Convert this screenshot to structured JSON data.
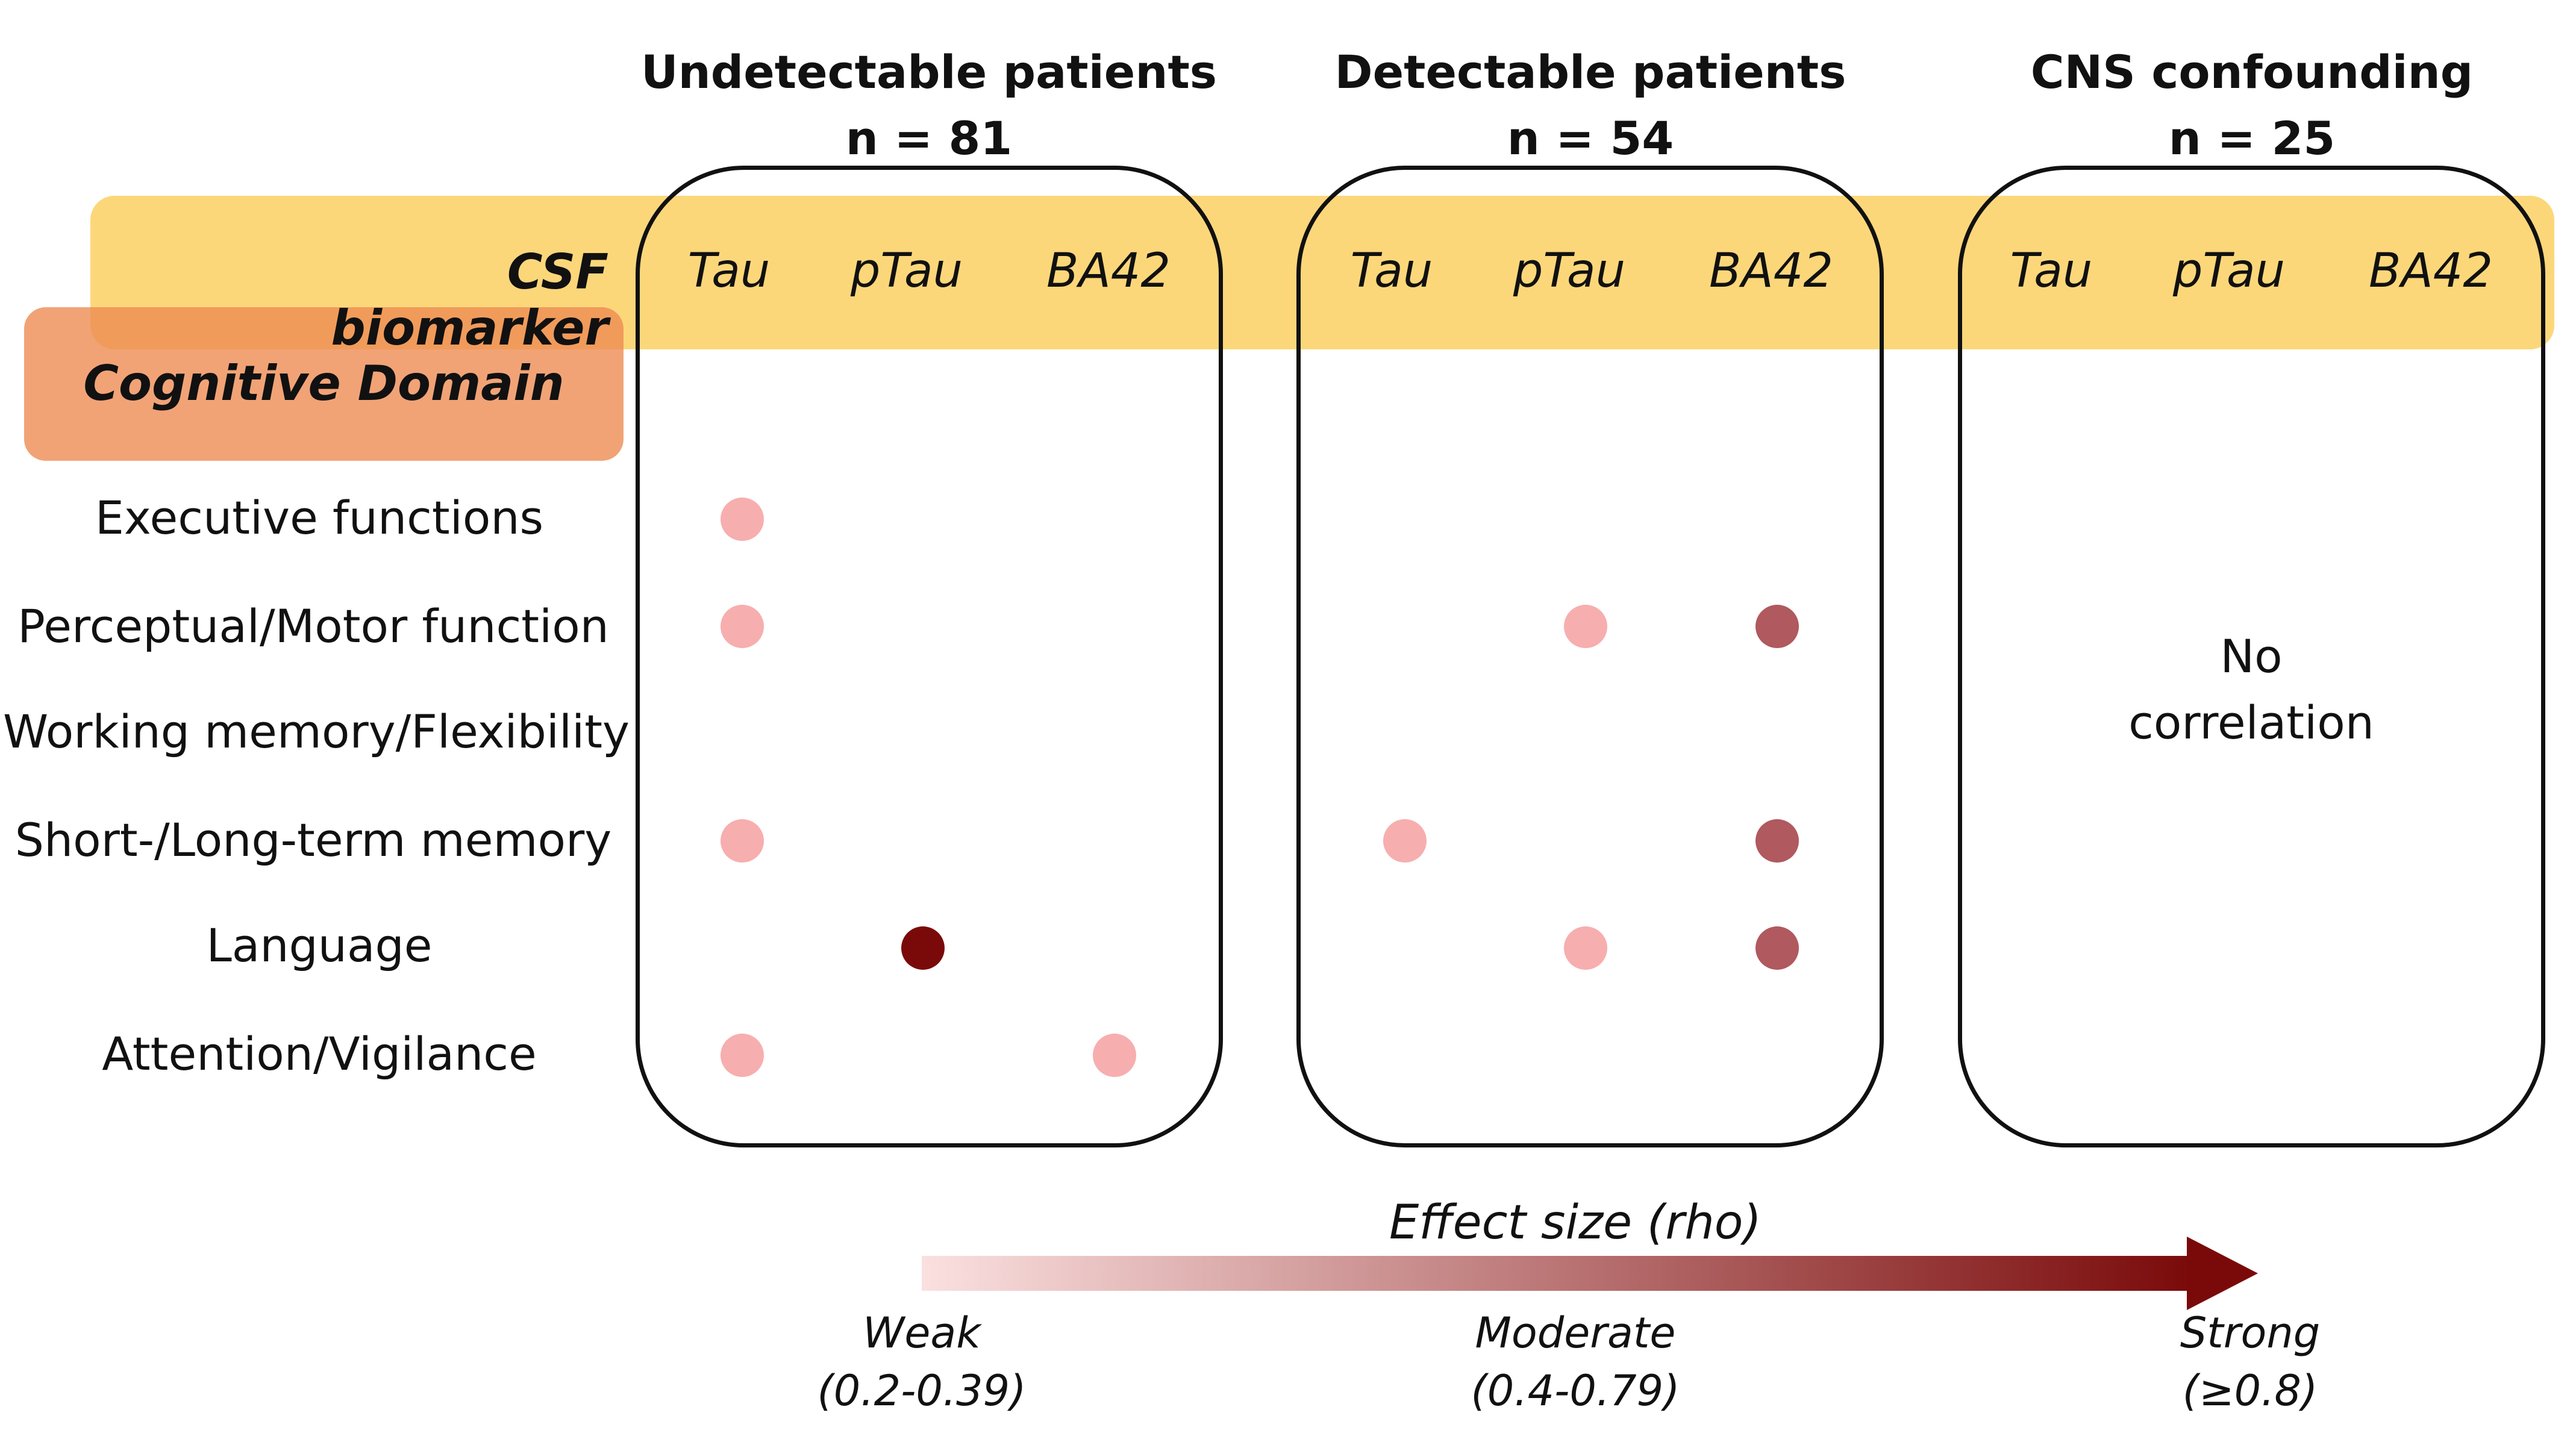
{
  "band": {
    "csf_label": "CSF biomarker",
    "domain_label": "Cognitive Domain"
  },
  "groups": [
    {
      "title": "Undetectable patients",
      "n": "n = 81",
      "markers": [
        "Tau",
        "pTau",
        "BA42"
      ]
    },
    {
      "title": "Detectable patients",
      "n": "n = 54",
      "markers": [
        "Tau",
        "pTau",
        "BA42"
      ]
    },
    {
      "title": "CNS confounding",
      "n": "n = 25",
      "markers": [
        "Tau",
        "pTau",
        "BA42"
      ],
      "note": [
        "No",
        "correlation"
      ]
    }
  ],
  "domains": [
    "Executive functions",
    "Perceptual/Motor function",
    "Working memory/Flexibility",
    "Short-/Long-term memory",
    "Language",
    "Attention/Vigilance"
  ],
  "strength_colors": {
    "weak": "#f7aeae",
    "moderate": "#b0595f",
    "strong": "#7a0a0a"
  },
  "chart_data": {
    "type": "table",
    "columns": [
      "Undetectable patients",
      "Detectable patients",
      "CNS confounding"
    ],
    "markers": [
      "Tau",
      "pTau",
      "BA42"
    ],
    "rows": [
      "Executive functions",
      "Perceptual/Motor function",
      "Working memory/Flexibility",
      "Short-/Long-term memory",
      "Language",
      "Attention/Vigilance"
    ],
    "correlations": [
      {
        "group": 0,
        "marker": "Tau",
        "domain": "Executive functions",
        "strength": "weak"
      },
      {
        "group": 0,
        "marker": "Tau",
        "domain": "Perceptual/Motor function",
        "strength": "weak"
      },
      {
        "group": 0,
        "marker": "Tau",
        "domain": "Short-/Long-term memory",
        "strength": "weak"
      },
      {
        "group": 0,
        "marker": "pTau",
        "domain": "Language",
        "strength": "strong"
      },
      {
        "group": 0,
        "marker": "Tau",
        "domain": "Attention/Vigilance",
        "strength": "weak"
      },
      {
        "group": 0,
        "marker": "BA42",
        "domain": "Attention/Vigilance",
        "strength": "weak"
      },
      {
        "group": 1,
        "marker": "pTau",
        "domain": "Perceptual/Motor function",
        "strength": "weak"
      },
      {
        "group": 1,
        "marker": "BA42",
        "domain": "Perceptual/Motor function",
        "strength": "moderate"
      },
      {
        "group": 1,
        "marker": "Tau",
        "domain": "Short-/Long-term memory",
        "strength": "weak"
      },
      {
        "group": 1,
        "marker": "BA42",
        "domain": "Short-/Long-term memory",
        "strength": "moderate"
      },
      {
        "group": 1,
        "marker": "pTau",
        "domain": "Language",
        "strength": "weak"
      },
      {
        "group": 1,
        "marker": "BA42",
        "domain": "Language",
        "strength": "moderate"
      }
    ]
  },
  "legend": {
    "title": "Effect size (rho)",
    "levels": [
      {
        "name": "Weak",
        "range": "(0.2-0.39)"
      },
      {
        "name": "Moderate",
        "range": "(0.4-0.79)"
      },
      {
        "name": "Strong",
        "range": "(≥0.8)"
      }
    ],
    "gradient_start": "#fbe0e0",
    "gradient_end": "#7a0a0a"
  }
}
